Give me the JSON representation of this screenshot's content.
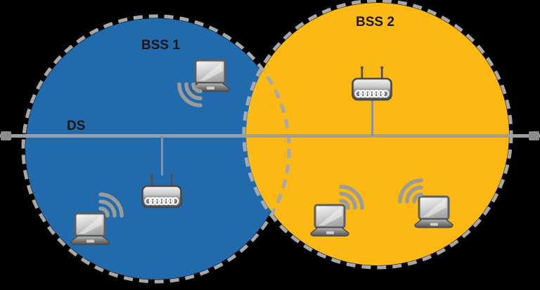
{
  "diagram": {
    "type": "wireless-network-topology",
    "labels": {
      "bss1": "BSS 1",
      "bss2": "BSS 2",
      "ds": "DS"
    },
    "regions": [
      {
        "id": "bss1",
        "label": "BSS 1",
        "fill": "#216BAD",
        "border": "dashed",
        "border_color": "#A8A8A8"
      },
      {
        "id": "bss2",
        "label": "BSS 2",
        "fill": "#FCB813",
        "border": "dashed",
        "border_color": "#A8A8A8"
      }
    ],
    "distribution_system": {
      "label": "DS",
      "line_color": "#9E9E9E",
      "endpoint_color": "#8C8C8C",
      "orientation": "horizontal"
    },
    "devices": [
      {
        "id": "ap-bss1",
        "type": "access-point-router",
        "region": "bss1",
        "connected_to": "ds",
        "position": "below-line"
      },
      {
        "id": "ap-bss2",
        "type": "access-point-router",
        "region": "bss2",
        "connected_to": "ds",
        "position": "above-line"
      },
      {
        "id": "laptop-bss1-top",
        "type": "laptop",
        "region": "bss1",
        "signal": "wifi",
        "signal_direction": "down-left"
      },
      {
        "id": "laptop-bss1-bottom",
        "type": "laptop",
        "region": "bss1",
        "signal": "wifi",
        "signal_direction": "up-right"
      },
      {
        "id": "laptop-bss2-left",
        "type": "laptop",
        "region": "bss2",
        "signal": "wifi",
        "signal_direction": "up-right"
      },
      {
        "id": "laptop-bss2-right",
        "type": "laptop",
        "region": "bss2",
        "signal": "wifi",
        "signal_direction": "up-left"
      }
    ],
    "colors": {
      "background": "#000000",
      "bss1_fill": "#216BAD",
      "bss2_fill": "#FCB813",
      "dash_border": "#A8A8A8",
      "ds_line": "#9E9E9E",
      "ds_endpoint": "#8C8C8C",
      "device_gray": "#9B9B9B",
      "label_text": "#141414"
    }
  }
}
